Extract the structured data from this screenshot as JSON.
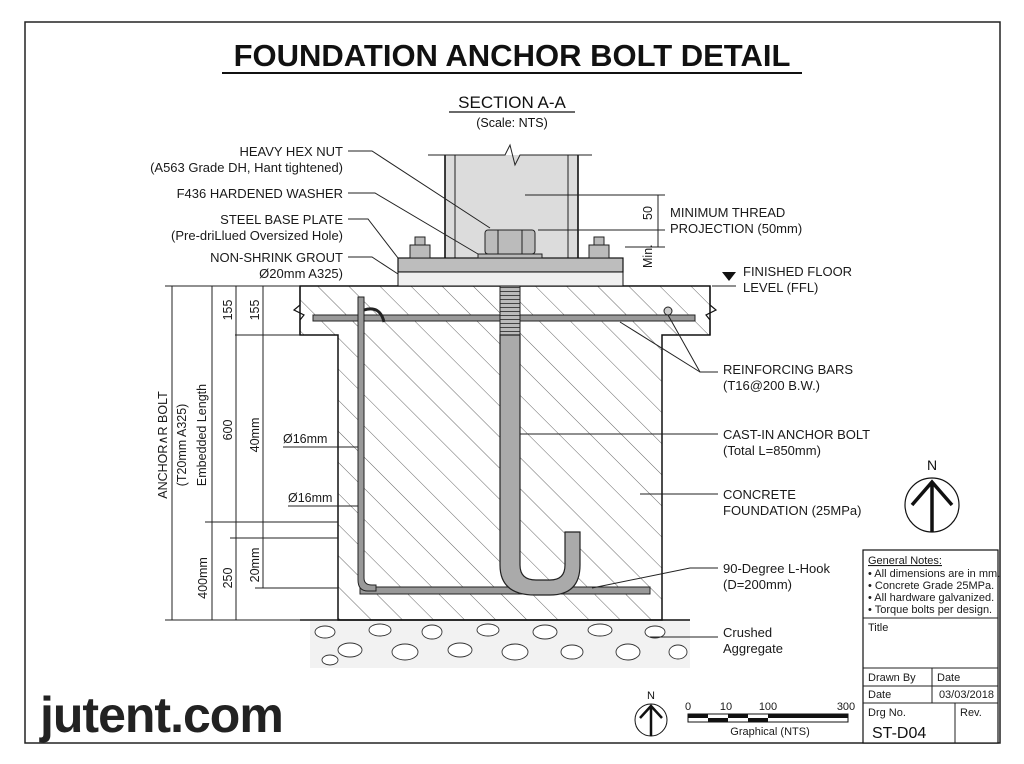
{
  "title": "FOUNDATION ANCHOR BOLT DETAIL",
  "section": {
    "name": "SECTION A-A",
    "scale": "(Scale: NTS)"
  },
  "left_labels": [
    {
      "line1": "HEAVY HEX NUT",
      "line2": "(A563 Grade DH, Hant tightened)"
    },
    {
      "line1": "F436 HARDENED WASHER"
    },
    {
      "line1": "STEEL BASE PLATE",
      "line2": "(Pre-driLlued Oversized Hole)"
    },
    {
      "line1": "NON-SHRINK GROUT",
      "line2": "Ø20mm A325)"
    }
  ],
  "right_labels": {
    "thread": {
      "line1": "MINIMUM THREAD",
      "line2": "PROJECTION (50mm)",
      "dim": "50",
      "min": "Min."
    },
    "ffl": {
      "line1": "FINISHED FLOOR",
      "line2": "LEVEL (FFL)"
    },
    "rebar": {
      "line1": "REINFORCING BARS",
      "line2": "(T16@200 B.W.)"
    },
    "bolt": {
      "line1": "CAST-IN ANCHOR BOLT",
      "line2": "(Total L=850mm)"
    },
    "concrete": {
      "line1": "CONCRETE",
      "line2": "FOUNDATION (25MPa)"
    },
    "hook": {
      "line1": "90-Degree L-Hook",
      "line2": "(D=200mm)"
    },
    "aggregate": {
      "line1": "Crushed",
      "line2": "Aggregate"
    }
  },
  "left_dims": {
    "bolt_title": "ANCHOR∧R BOLT",
    "bolt_spec": "(T20mm A325)",
    "embedded": "Embedded Length",
    "d155a": "155",
    "d155b": "155",
    "d600": "600",
    "d40": "40mm",
    "d400": "400mm",
    "d250": "250",
    "d20": "20mm",
    "dia1": "Ø16mm",
    "dia2": "Ø16mm"
  },
  "north": "N",
  "title_block": {
    "notes_heading": "General Notes:",
    "notes": [
      "• All dimensions are in mm.",
      "• Concrete Grade 25MPa.",
      "• All hardware galvanized.",
      "• Torque bolts per design."
    ],
    "title_label": "Title",
    "drawn_by": "Drawn By",
    "date_label1": "Date",
    "date_label2": "Date",
    "date_value": "03/03/2018",
    "drg_no": "Drg No.",
    "rev": "Rev.",
    "drg_value": "ST-D04"
  },
  "scale_bar": {
    "ticks": [
      "0",
      "10",
      "100",
      "300"
    ],
    "caption": "Graphical (NTS)"
  },
  "watermark": "jutent.com"
}
